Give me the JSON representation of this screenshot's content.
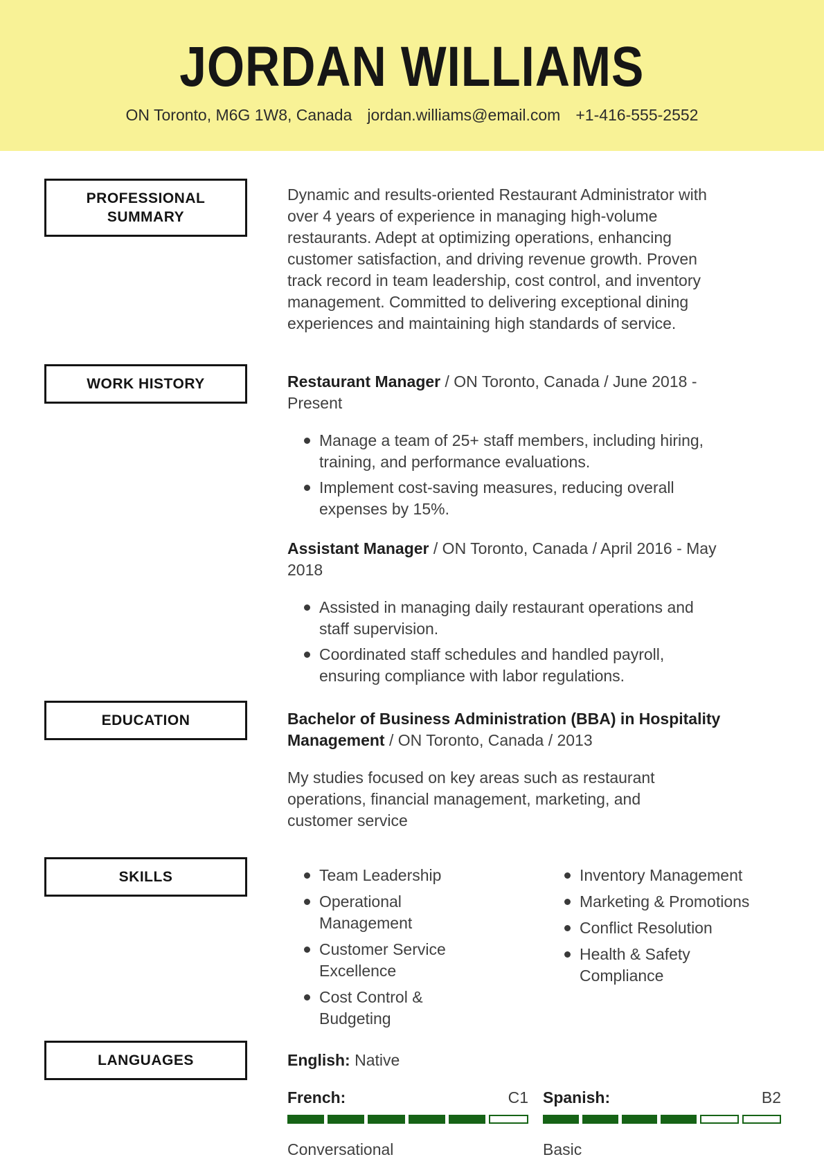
{
  "theme": {
    "header_bg": "#F8F296",
    "accent_green": "#166316",
    "box_border": "#141414",
    "body_text": "#3f3f3f"
  },
  "header": {
    "name": "JORDAN WILLIAMS",
    "location": "ON Toronto, M6G 1W8, Canada",
    "email": "jordan.williams@email.com",
    "phone": "+1-416-555-2552"
  },
  "summary": {
    "label": "PROFESSIONAL\nSUMMARY",
    "text": "Dynamic and results-oriented Restaurant Administrator with\nover 4 years of experience in managing high-volume\nrestaurants. Adept at optimizing operations, enhancing\ncustomer satisfaction, and driving revenue growth. Proven\ntrack record in team leadership, cost control, and inventory\nmanagement. Committed to delivering exceptional dining\nexperiences and maintaining high standards of service."
  },
  "work": {
    "label": "WORK HISTORY",
    "jobs": [
      {
        "title": "Restaurant Manager",
        "meta": " / ON Toronto, Canada / June 2018 -\nPresent",
        "bullets": [
          "Manage a team of 25+ staff members, including hiring,\ntraining, and performance evaluations.",
          "Implement cost-saving measures, reducing overall\nexpenses by 15%."
        ]
      },
      {
        "title": "Assistant Manager",
        "meta": " / ON Toronto, Canada / April 2016 - May\n2018",
        "bullets": [
          "Assisted in managing daily restaurant operations and\nstaff supervision.",
          "Coordinated staff schedules and handled payroll,\nensuring compliance with labor regulations."
        ]
      }
    ]
  },
  "education": {
    "label": "EDUCATION",
    "degree": "Bachelor of Business Administration (BBA) in Hospitality\nManagement",
    "meta": " / ON Toronto, Canada / 2013",
    "description": "My studies focused on key areas such as restaurant\noperations, financial management, marketing, and\ncustomer service"
  },
  "skills": {
    "label": "SKILLS",
    "column_1": [
      "Team Leadership",
      "Operational\nManagement",
      "Customer Service\nExcellence",
      "Cost Control &\nBudgeting"
    ],
    "column_2": [
      "Inventory Management",
      "Marketing & Promotions",
      "Conflict Resolution",
      "Health & Safety\nCompliance"
    ]
  },
  "languages": {
    "label": "LANGUAGES",
    "primary": {
      "name": "English:",
      "level": " Native"
    },
    "bars": [
      {
        "name": "French:",
        "cefr": "C1",
        "descriptor": "Conversational",
        "filled": 5,
        "total": 6
      },
      {
        "name": "Spanish:",
        "cefr": "B2",
        "descriptor": "Basic",
        "filled": 4,
        "total": 6
      }
    ]
  }
}
